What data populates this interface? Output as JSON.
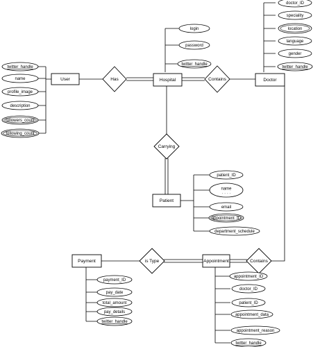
{
  "entities": {
    "user": "User",
    "hospital": "Hospital",
    "doctor": "Doctor",
    "patient": "Patient",
    "payment": "Payment",
    "appointment": "Appointment"
  },
  "relationships": {
    "has": "Has",
    "contains_doctor": "Contains",
    "carrying": "Carrying",
    "is_type": "is Type",
    "contains_appointment": "Contains"
  },
  "user_attributes": [
    "twitter_handle",
    "name",
    "profile_image",
    "description",
    "followers_count",
    "following_count"
  ],
  "hospital_attributes": [
    "login",
    "password",
    "twitter_handle"
  ],
  "doctor_attributes": [
    "doctor_ID",
    "speciality",
    "location",
    "language",
    "gender",
    "twitter_handle"
  ],
  "patient_attributes": [
    "patient_ID",
    "name",
    "email",
    "appointment_ID",
    "department_schedule"
  ],
  "payment_attributes": [
    "payment_ID",
    "pay_date",
    "total_amount",
    "pay_details",
    "twitter_handle"
  ],
  "appointment_attributes": [
    "appointment_ID",
    "doctor_ID",
    "patient_ID",
    "appointment_data",
    "appointment_reason",
    "twitter_handle"
  ],
  "patient_name_dots": "· · · ·"
}
